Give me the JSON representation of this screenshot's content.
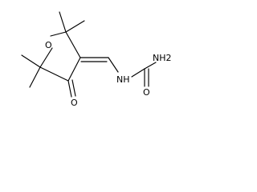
{
  "molecule": {
    "labels": {
      "ring_oxygen": "O",
      "carbonyl_oxygen": "O",
      "amide_nitrogen": "NH",
      "amine": "NH2",
      "urea_oxygen": "O"
    },
    "color": "#000000"
  }
}
